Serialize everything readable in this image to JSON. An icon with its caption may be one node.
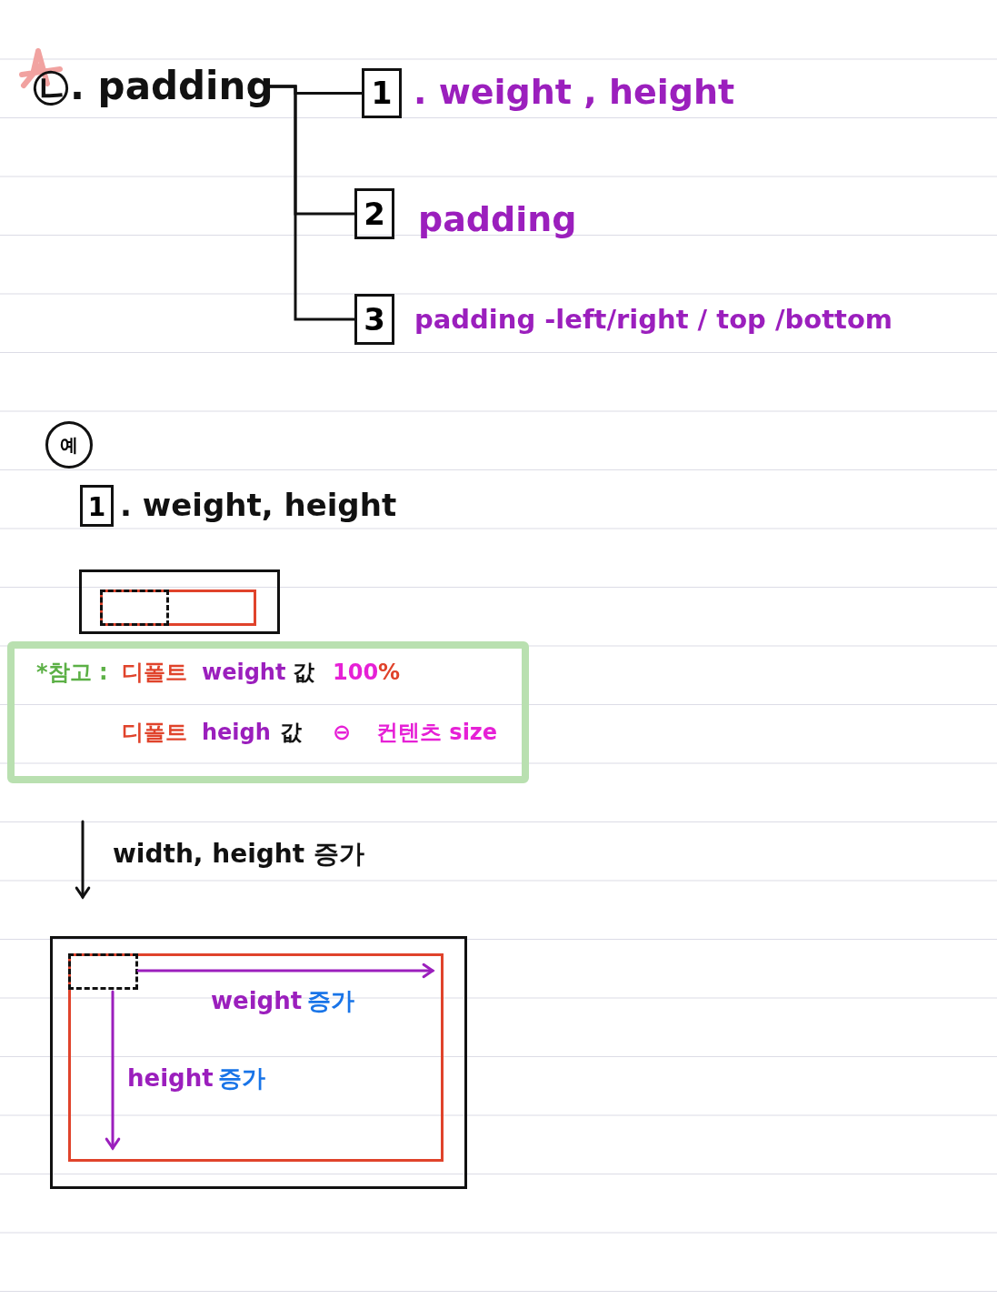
{
  "diagram": {
    "nodes": [
      {
        "text": [
          "㉡. padding"
        ]
      },
      {
        "text": [
          "1"
        ],
        "beside": [
          ". weight , height"
        ]
      },
      {
        "text": [
          "2"
        ],
        "beside": [
          "padding"
        ]
      },
      {
        "text": [
          "3"
        ],
        "beside": [
          "padding -left/right / top /bottom"
        ]
      },
      {
        "text": [
          "예"
        ]
      },
      {
        "text": [
          "1"
        ],
        "beside": [
          ". weight, height"
        ]
      },
      {
        "text": [],
        "shape": "box"
      },
      {
        "text": [],
        "shape": "box",
        "in": 6
      },
      {
        "text": [],
        "shape": "box",
        "in": 7
      },
      {
        "text": [
          "*참고 :",
          "디폴트",
          "weight",
          "값",
          "100",
          "%",
          "디폴트",
          "heigh",
          "값",
          "⊖",
          "컨텐츠 size"
        ]
      },
      {
        "text": [],
        "shape": "box"
      },
      {
        "text": [],
        "shape": "box",
        "in": 10
      },
      {
        "text": [],
        "shape": "box",
        "in": 11
      }
    ],
    "edges": [
      {
        "from": 0,
        "to": 1,
        "arrow": "none"
      },
      {
        "from": 0,
        "to": 2,
        "arrow": "none"
      },
      {
        "from": 0,
        "to": 3,
        "arrow": "none"
      }
    ],
    "labels": [
      "width, height 증가",
      "weight",
      "증가",
      "height",
      "증가"
    ]
  }
}
